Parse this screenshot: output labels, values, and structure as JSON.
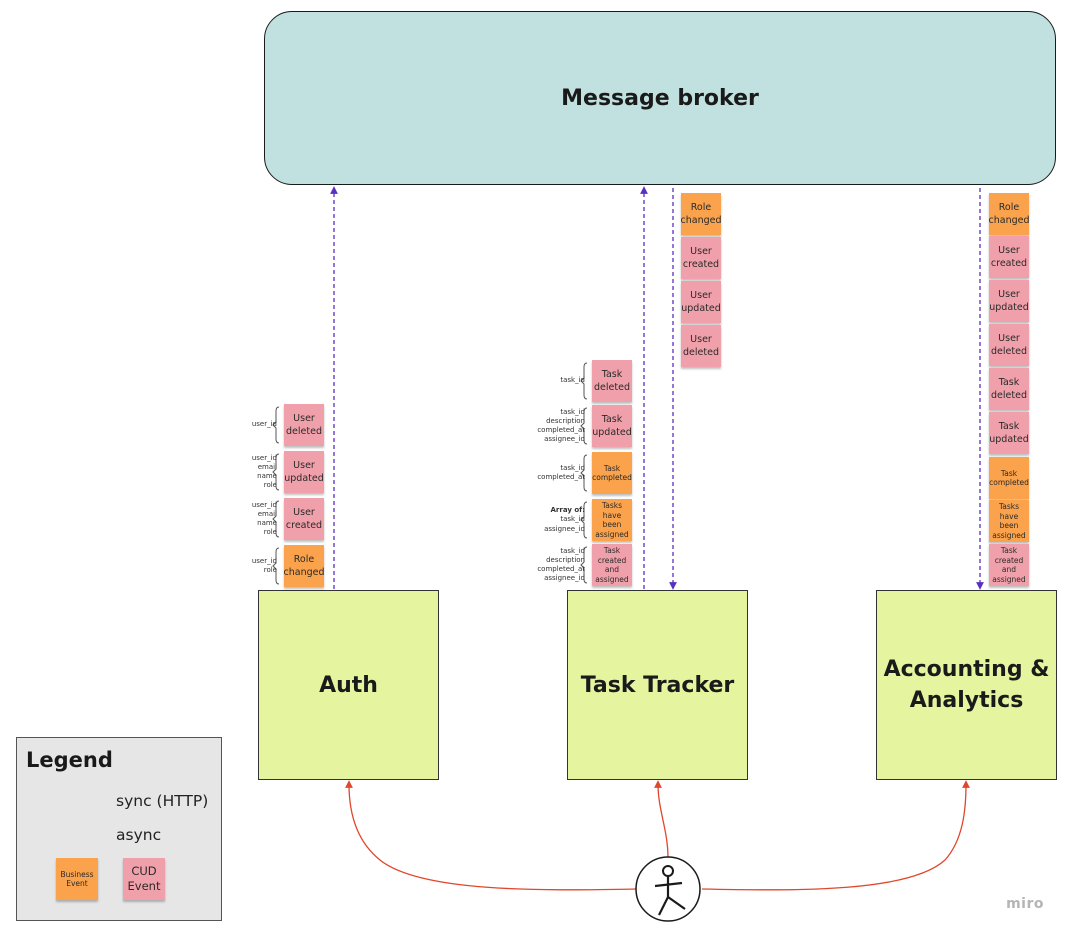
{
  "diagram": {
    "broker_label": "Message broker",
    "services": {
      "auth": "Auth",
      "task_tracker": "Task Tracker",
      "accounting": "Accounting &\nAnalytics"
    },
    "auth_events": [
      {
        "kind": "cud",
        "label": "User\ndeleted",
        "fields": "user_id"
      },
      {
        "kind": "cud",
        "label": "User\nupdated",
        "fields": "user_id\nemail\nname\nrole"
      },
      {
        "kind": "cud",
        "label": "User\ncreated",
        "fields": "user_id\nemail\nname\nrole"
      },
      {
        "kind": "business",
        "label": "Role\nchanged",
        "fields": "user_id\nrole"
      }
    ],
    "task_tracker_produced": [
      {
        "kind": "cud",
        "label": "Task\ndeleted",
        "fields": "task_id"
      },
      {
        "kind": "cud",
        "label": "Task\nupdated",
        "fields": "task_id\ndescription\ncompleted_at\nassignee_id"
      },
      {
        "kind": "business",
        "label": "Task\ncompleted",
        "fields": "task_id\ncompleted_at"
      },
      {
        "kind": "business",
        "label": "Tasks\nhave been\nassigned",
        "fields_bold": "Array of:",
        "fields": "task_id\nassignee_id"
      },
      {
        "kind": "cud",
        "label": "Task\ncreated\nand\nassigned",
        "fields": "task_id\ndescription\ncompleted_at\nassignee_id"
      }
    ],
    "task_tracker_consumed": [
      {
        "kind": "business",
        "label": "Role\nchanged"
      },
      {
        "kind": "cud",
        "label": "User\ncreated"
      },
      {
        "kind": "cud",
        "label": "User\nupdated"
      },
      {
        "kind": "cud",
        "label": "User\ndeleted"
      }
    ],
    "accounting_consumed": [
      {
        "kind": "business",
        "label": "Role\nchanged"
      },
      {
        "kind": "cud",
        "label": "User\ncreated"
      },
      {
        "kind": "cud",
        "label": "User\nupdated"
      },
      {
        "kind": "cud",
        "label": "User\ndeleted"
      },
      {
        "kind": "cud",
        "label": "Task\ndeleted"
      },
      {
        "kind": "cud",
        "label": "Task\nupdated"
      },
      {
        "kind": "business",
        "label": "Task\ncompleted"
      },
      {
        "kind": "business",
        "label": "Tasks\nhave been\nassigned"
      },
      {
        "kind": "cud",
        "label": "Task\ncreated\nand\nassigned"
      }
    ]
  },
  "legend": {
    "title": "Legend",
    "sync": "sync (HTTP)",
    "async": "async",
    "business": "Business\nEvent",
    "cud": "CUD\nEvent"
  },
  "watermark": "miro",
  "colors": {
    "broker": "#c1e0e0",
    "service": "#e5f49e",
    "cud": "#f0a0aa",
    "business": "#fba34c",
    "sync_arrow": "#e0472b",
    "async_arrow": "#5a2fc2"
  }
}
